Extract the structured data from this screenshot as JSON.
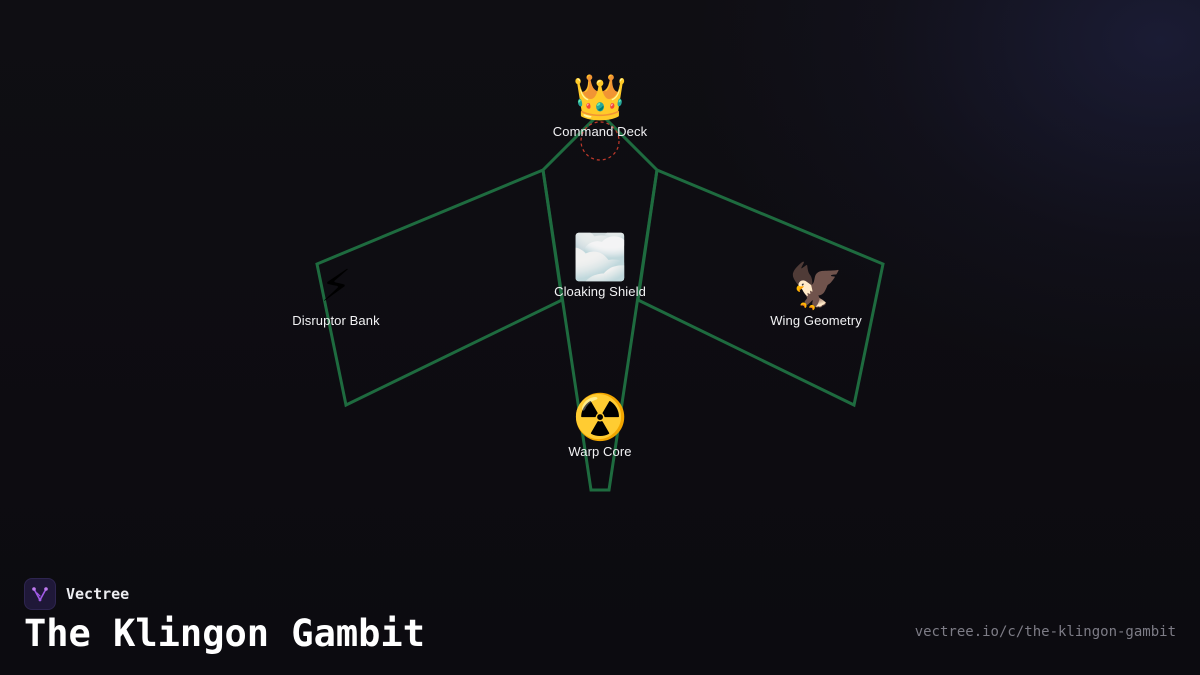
{
  "brand": {
    "name": "Vectree",
    "logo_icon": "vectree-tree-icon",
    "logo_color": "#a05ae6"
  },
  "title": "The Klingon Gambit",
  "url": "vectree.io/c/the-klingon-gambit",
  "colors": {
    "outline": "#1e6b3f",
    "marker": "#c0392b",
    "label": "#f2f2f4",
    "url": "#7d7c86"
  },
  "nodes": [
    {
      "id": "command-deck",
      "label": "Command Deck",
      "icon": "crown-icon",
      "glyph": "👑"
    },
    {
      "id": "cloaking-shield",
      "label": "Cloaking Shield",
      "icon": "fog-icon",
      "glyph": "🌫️"
    },
    {
      "id": "disruptor-bank",
      "label": "Disruptor Bank",
      "icon": "lightning-icon",
      "glyph": "⚡"
    },
    {
      "id": "wing-geometry",
      "label": "Wing Geometry",
      "icon": "eagle-icon",
      "glyph": "🦅"
    },
    {
      "id": "warp-core",
      "label": "Warp Core",
      "icon": "radioactive-icon",
      "glyph": "☢️"
    }
  ]
}
